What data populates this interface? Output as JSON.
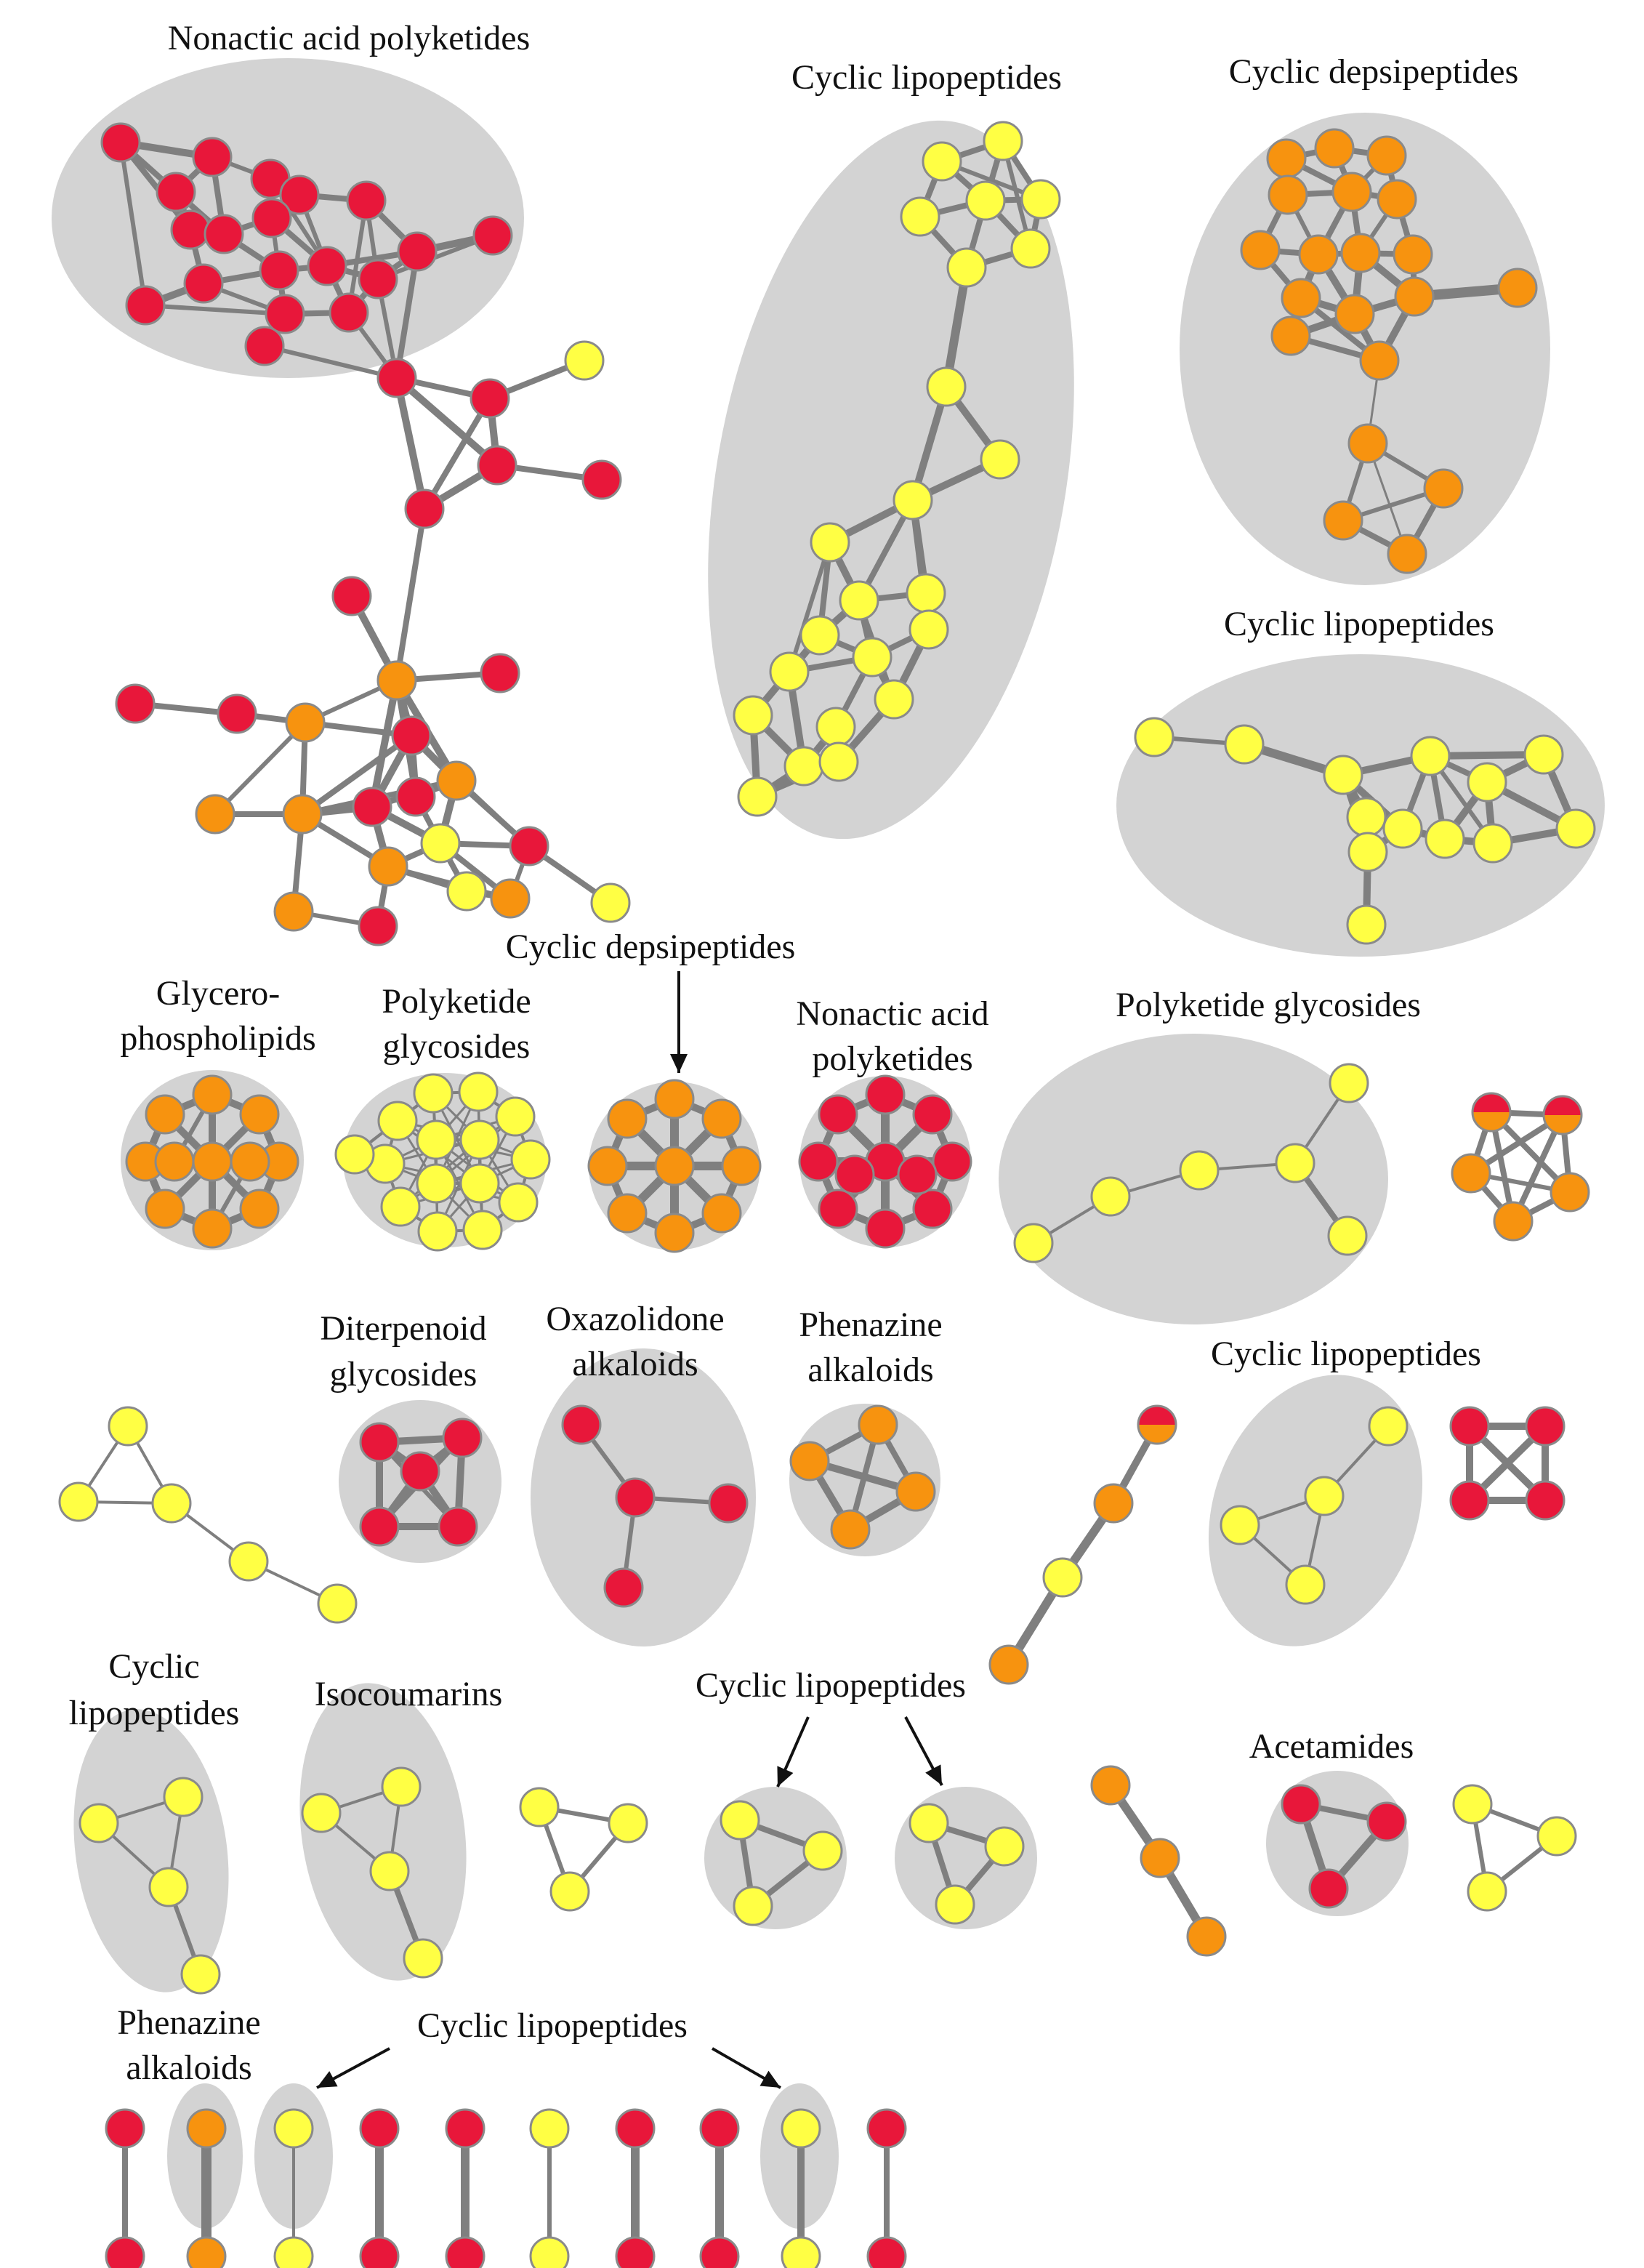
{
  "labels": {
    "nonactic_top": "Nonactic acid polyketides",
    "cyclic_lipo_top": "Cyclic lipopeptides",
    "cyclic_depsi_top": "Cyclic depsipeptides",
    "cyclic_lipo_right": "Cyclic lipopeptides",
    "cyclic_depsi_mid": "Cyclic depsipeptides",
    "glycero_1": "Glycero-",
    "glycero_2": "phospholipids",
    "polyketide_gly_1": "Polyketide",
    "polyketide_gly_2": "glycosides",
    "nonactic_mid_1": "Nonactic acid",
    "nonactic_mid_2": "polyketides",
    "polyketide_gly_wide": "Polyketide glycosides",
    "diterpenoid_1": "Diterpenoid",
    "diterpenoid_2": "glycosides",
    "oxazolidone_1": "Oxazolidone",
    "oxazolidone_2": "alkaloids",
    "phenazine_1": "Phenazine",
    "phenazine_2": "alkaloids",
    "cyclic_lipo_row3": "Cyclic lipopeptides",
    "cyclic_lipo_row4_1": "Cyclic",
    "cyclic_lipo_row4_2": "lipopeptides",
    "isocoumarins": "Isocoumarins",
    "cyclic_lipo_row4_center": "Cyclic lipopeptides",
    "acetamides": "Acetamides",
    "phenazine_row5_1": "Phenazine",
    "phenazine_row5_2": "alkaloids",
    "cyclic_lipo_row5": "Cyclic lipopeptides"
  },
  "colors": {
    "red": "#e8173a",
    "orange": "#f7930f",
    "yellow": "#ffff44",
    "cluster": "#d3d3d3",
    "edge": "#7f7f7f"
  }
}
